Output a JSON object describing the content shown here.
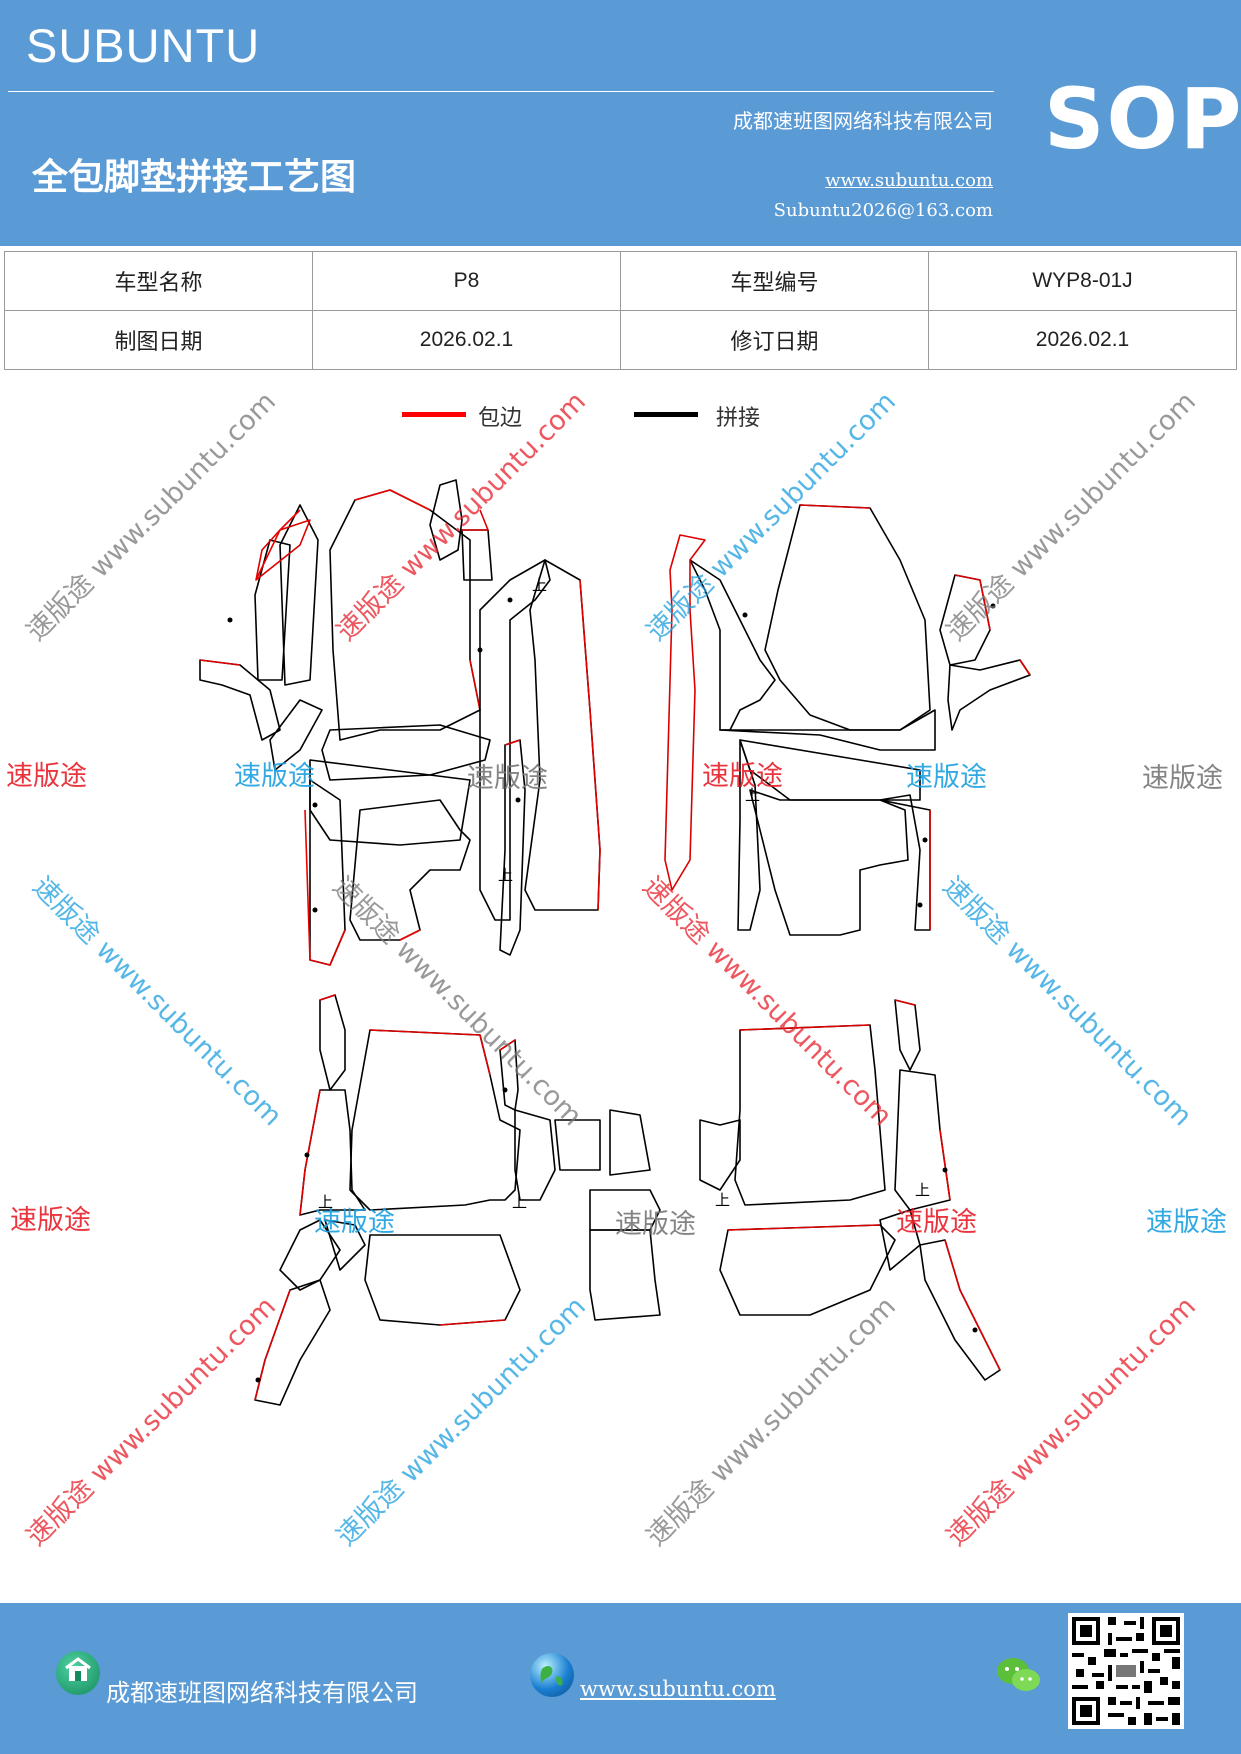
{
  "header": {
    "brand": "SUBUNTU",
    "company": "成都速班图网络科技有限公司",
    "badge": "SOP",
    "title": "全包脚垫拼接工艺图",
    "website": "www.subuntu.com",
    "email": "Subuntu2026@163.com"
  },
  "info": {
    "model_name_label": "车型名称",
    "model_name": "P8",
    "model_code_label": "车型编号",
    "model_code": "WYP8-01J",
    "draw_date_label": "制图日期",
    "draw_date": "2026.02.1",
    "revise_date_label": "修订日期",
    "revise_date": "2026.02.1"
  },
  "legend": {
    "edge_label": "包边",
    "edge_color": "#ff0000",
    "join_label": "拼接",
    "join_color": "#000000"
  },
  "piece_mark": "上",
  "watermark": {
    "text": "速版途",
    "url": "www.subuntu.com",
    "colors": [
      "#e8202a",
      "#1ea0e0",
      "#777777"
    ]
  },
  "footer": {
    "company": "成都速班图网络科技有限公司",
    "website": "www.subuntu.com",
    "icons": [
      "home-icon",
      "globe-icon",
      "wechat-icon",
      "qr-code"
    ]
  }
}
